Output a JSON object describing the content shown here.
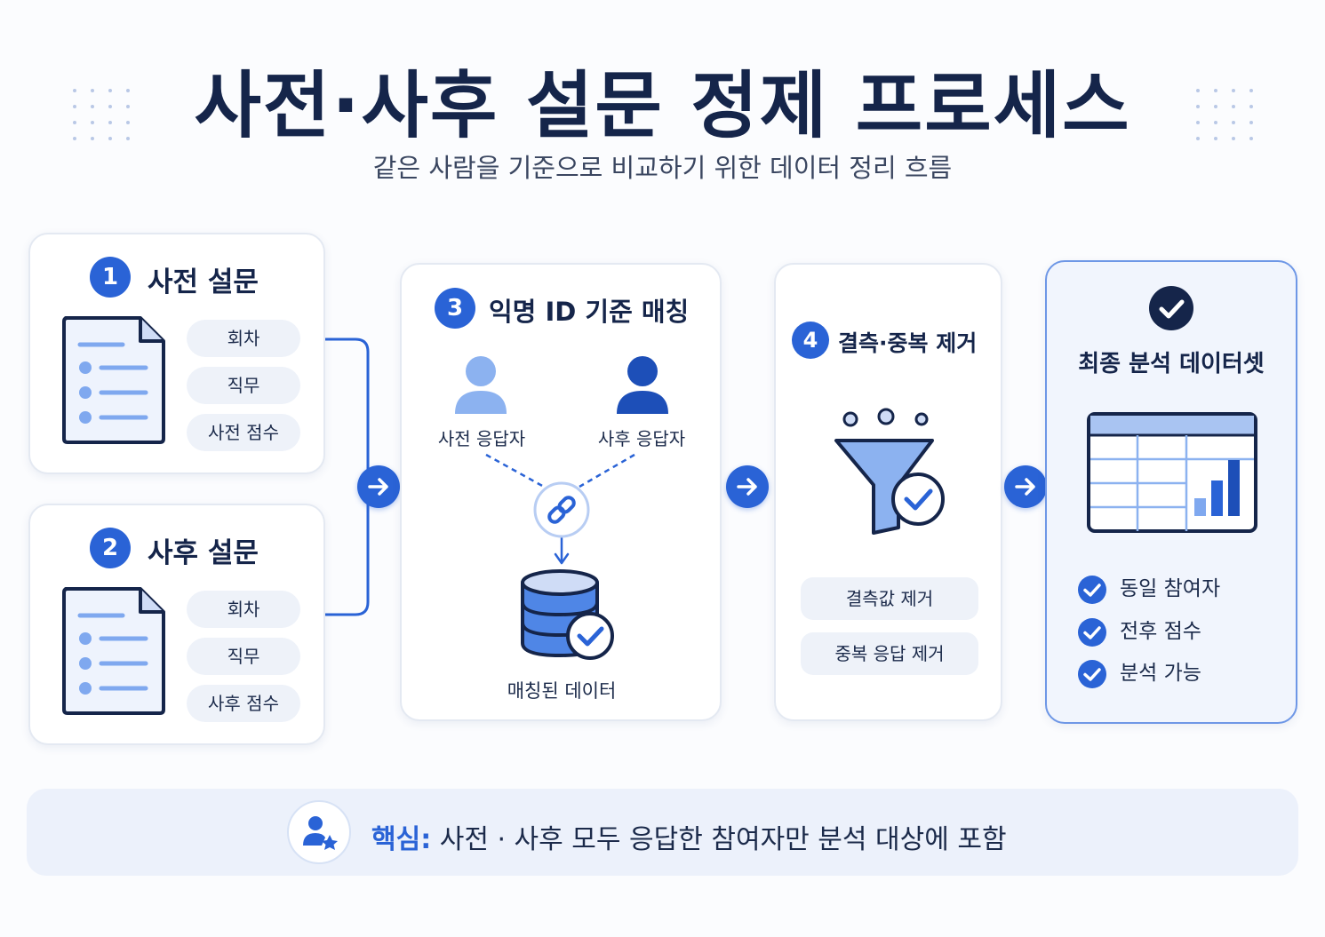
{
  "title": "사전·사후 설문 정제 프로세스",
  "subtitle": "같은 사람을 기준으로 비교하기 위한 데이터 정리 흐름",
  "colors": {
    "primary": "#2a63d6",
    "dark": "#15254a",
    "light": "#7fa8ef",
    "pill": "#eef2f9"
  },
  "steps": {
    "pre": {
      "number": "1",
      "title": "사전 설문",
      "fields": [
        "회차",
        "직무",
        "사전 점수"
      ],
      "icon": "document-icon"
    },
    "post": {
      "number": "2",
      "title": "사후 설문",
      "fields": [
        "회차",
        "직무",
        "사후 점수"
      ],
      "icon": "document-icon"
    },
    "match": {
      "number": "3",
      "title": "익명 ID 기준 매칭",
      "pre_respondent": "사전 응답자",
      "post_respondent": "사후 응답자",
      "result": "매칭된 데이터",
      "icons": [
        "user-icon",
        "link-icon",
        "database-check-icon"
      ]
    },
    "clean": {
      "number": "4",
      "title": "결측·중복 제거",
      "actions": [
        "결측값 제거",
        "중복 응답 제거"
      ],
      "icon": "funnel-check-icon"
    },
    "final": {
      "title": "최종 분석 데이터셋",
      "checks": [
        "동일 참여자",
        "전후 점수",
        "분석 가능"
      ],
      "icon": "table-chart-icon"
    }
  },
  "footer": {
    "key": "핵심:",
    "text": "사전 · 사후 모두 응답한 참여자만 분석 대상에 포함",
    "icon": "user-star-icon"
  }
}
